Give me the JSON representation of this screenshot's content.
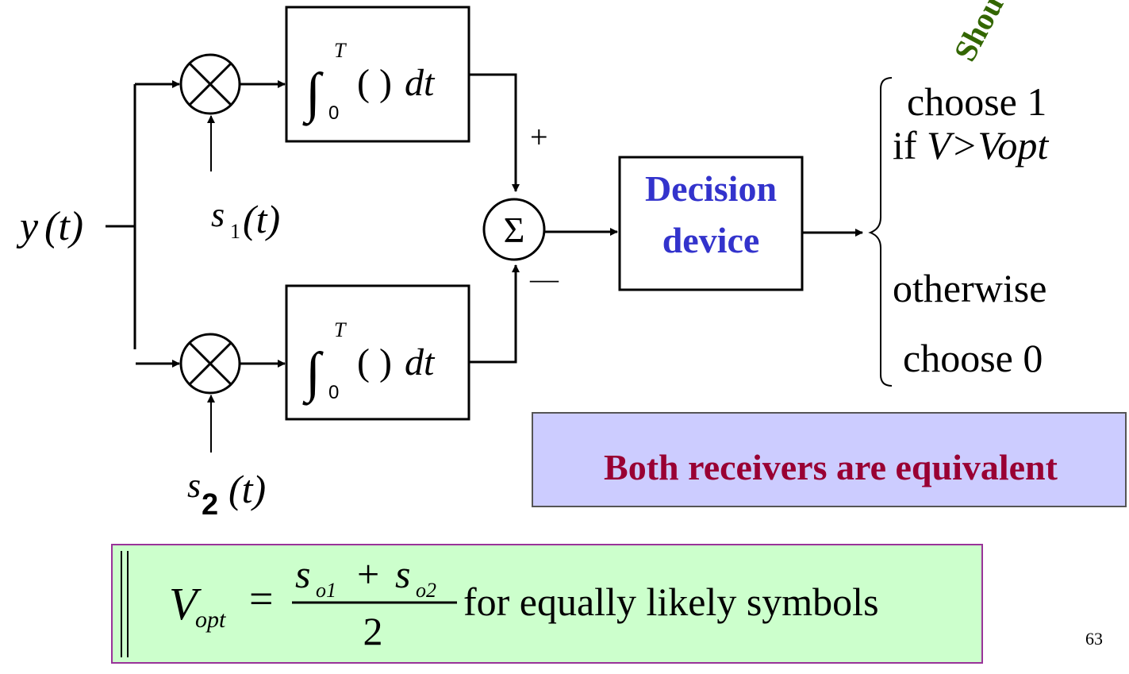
{
  "input": {
    "var": "y",
    "arg": "(t)"
  },
  "references": {
    "top": {
      "var": "s",
      "sub": "1",
      "arg": "(t)"
    },
    "bottom": {
      "var": "s",
      "sub": "2",
      "arg": "(t)"
    }
  },
  "integrator": {
    "upper": "T",
    "lower": "0",
    "body": "( )",
    "diff": "dt"
  },
  "summer": {
    "symbol": "Σ",
    "plus": "+",
    "minus": "—"
  },
  "decision": {
    "line1": "Decision",
    "line2": "device"
  },
  "outcome": {
    "line1": "choose 1",
    "line2_prefix": "if ",
    "line2_expr": "V>Vopt",
    "line3": "otherwise",
    "line4": "choose 0"
  },
  "watermark": "Shou",
  "note": {
    "text": "Both receivers are equivalent",
    "background": "#ccccff"
  },
  "formula": {
    "lhs": "V",
    "lhs_sub": "opt",
    "eq": "=",
    "num_a": "s",
    "num_a_sub": "o1",
    "plus": "+",
    "num_b": "s",
    "num_b_sub": "o2",
    "den": "2",
    "tail": "for equally likely symbols",
    "background": "#ccffcc"
  },
  "page_number": "63",
  "colors": {
    "decision_text": "#3333cc",
    "note_text": "#990033",
    "note_border": "#555555",
    "formula_border": "#993399"
  }
}
